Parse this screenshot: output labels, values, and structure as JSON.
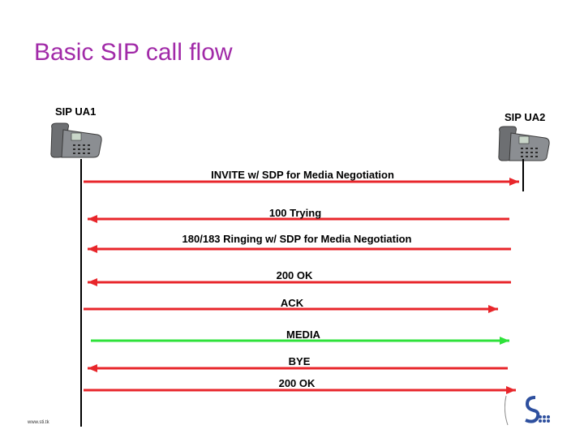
{
  "title": "Basic SIP call flow",
  "endpoints": {
    "ua1": "SIP UA1",
    "ua2": "SIP UA2"
  },
  "messages": [
    {
      "label": "INVITE w/ SDP for Media Negotiation",
      "direction": "right",
      "color": "#e8262b"
    },
    {
      "label": "100 Trying",
      "direction": "left",
      "color": "#e8262b"
    },
    {
      "label": "180/183 Ringing w/ SDP for Media Negotiation",
      "direction": "left",
      "color": "#e8262b"
    },
    {
      "label": "200 OK",
      "direction": "left",
      "color": "#e8262b"
    },
    {
      "label": "ACK",
      "direction": "right",
      "color": "#e8262b"
    },
    {
      "label": "MEDIA",
      "direction": "right",
      "color": "#2ee23a"
    },
    {
      "label": "BYE",
      "direction": "left",
      "color": "#e8262b"
    },
    {
      "label": "200 OK",
      "direction": "right",
      "color": "#e8262b"
    }
  ],
  "footer": {
    "url": "www.sti.tk"
  },
  "colors": {
    "title": "#a12aa8",
    "signal": "#e8262b",
    "media": "#2ee23a"
  },
  "icons": {
    "phone": "desk-phone-icon",
    "logo": "company-logo"
  }
}
